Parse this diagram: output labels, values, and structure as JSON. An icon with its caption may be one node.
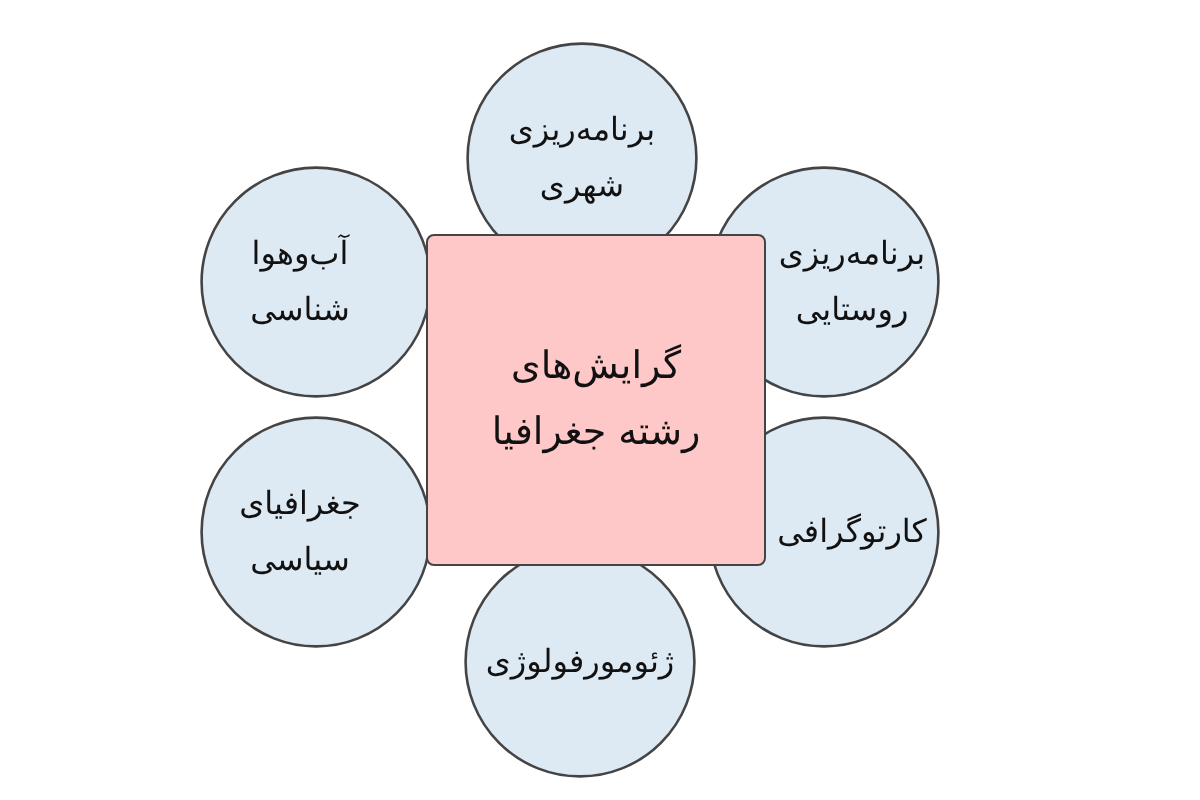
{
  "diagram": {
    "nodes": [
      {
        "text": [
          "گرایش‌های رشته جغرافیا"
        ]
      },
      {
        "text": [
          "برنامه‌ریزی شهری"
        ]
      },
      {
        "text": [
          "برنامه‌ریزی روستایی"
        ]
      },
      {
        "text": [
          "کارتوگرافی"
        ]
      },
      {
        "text": [
          "ژئومورفولوژی"
        ]
      },
      {
        "text": [
          "جغرافیای سیاسی"
        ]
      },
      {
        "text": [
          "آب‌وهوا شناسی"
        ]
      }
    ]
  }
}
